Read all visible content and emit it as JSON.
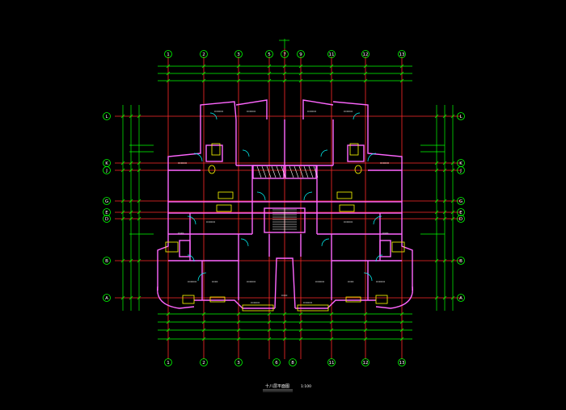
{
  "colors": {
    "background": "#000000",
    "axis": "#ff2a2a",
    "dimension": "#00ff00",
    "wall": "#ff66ff",
    "text": "#ffffff",
    "fixture": "#ffff00",
    "door": "#00ffff"
  },
  "axes": {
    "top_labels": [
      "1",
      "2",
      "3",
      "5",
      "7",
      "9",
      "11",
      "12",
      "13"
    ],
    "bottom_labels": [
      "1",
      "2",
      "3",
      "6",
      "8",
      "11",
      "12",
      "13"
    ],
    "left_labels": [
      "L",
      "K",
      "J",
      "G",
      "E",
      "D",
      "B",
      "A"
    ],
    "right_labels": [
      "L",
      "K",
      "J",
      "G",
      "E",
      "D",
      "B",
      "A"
    ]
  },
  "drawing": {
    "title": "十八层平面图",
    "scale": "1:100"
  }
}
